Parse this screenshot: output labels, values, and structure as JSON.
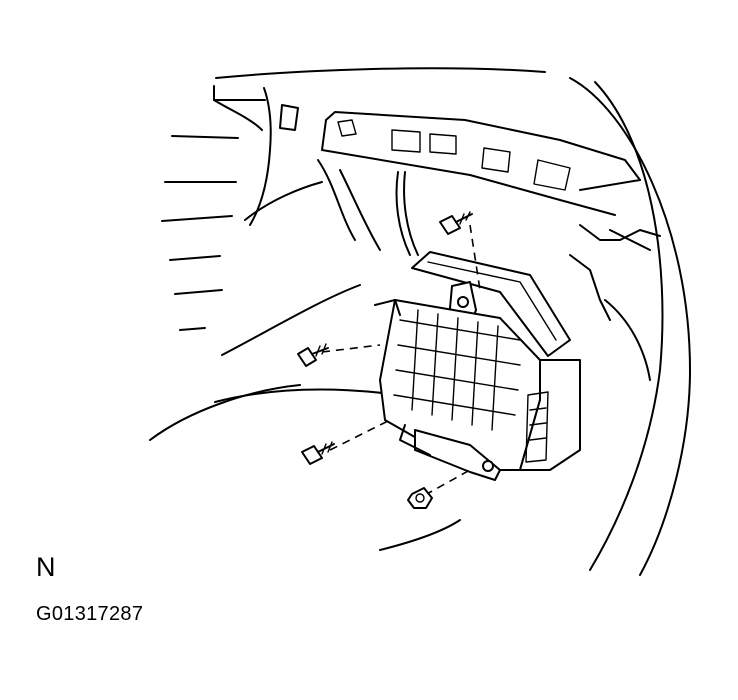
{
  "labels": {
    "view_letter": "N",
    "figure_code": "G01317287"
  },
  "parts": [
    {
      "name": "bolt-upper-right"
    },
    {
      "name": "bolt-left"
    },
    {
      "name": "bolt-lower-left"
    },
    {
      "name": "nut-bottom"
    }
  ],
  "colors": {
    "line": "#000000",
    "background": "#ffffff"
  }
}
